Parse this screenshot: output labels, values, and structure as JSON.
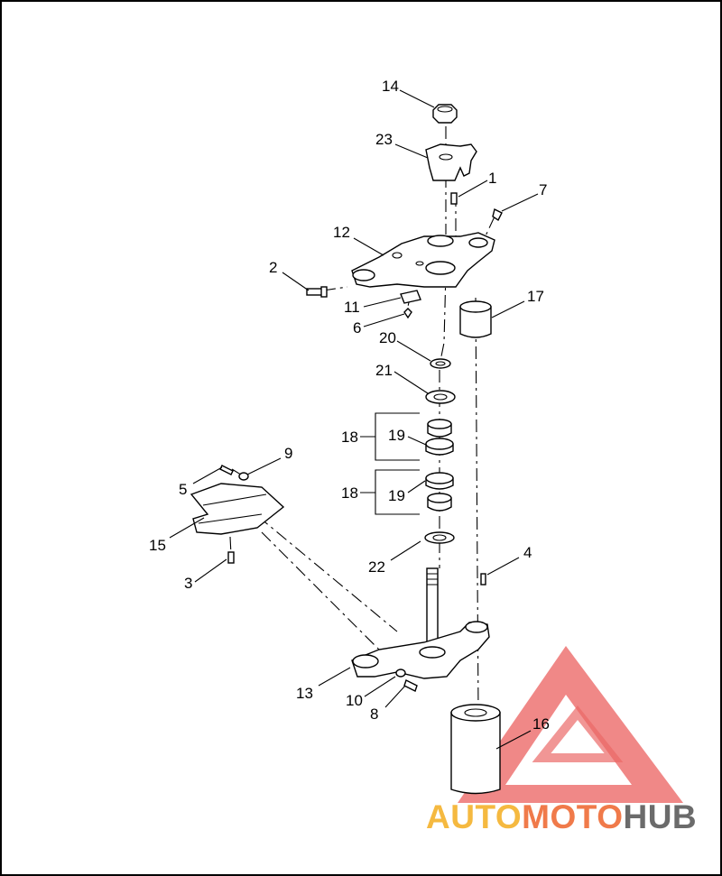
{
  "diagram": {
    "labels": {
      "l1": "1",
      "l2": "2",
      "l3": "3",
      "l4": "4",
      "l5": "5",
      "l6": "6",
      "l7": "7",
      "l8": "8",
      "l9": "9",
      "l10": "10",
      "l11": "11",
      "l12": "12",
      "l13": "13",
      "l14": "14",
      "l15": "15",
      "l16": "16",
      "l17": "17",
      "l18a": "18",
      "l18b": "18",
      "l19a": "19",
      "l19b": "19",
      "l20": "20",
      "l21": "21",
      "l22": "22",
      "l23": "23"
    }
  },
  "watermark": {
    "part1": "AUTO",
    "part2": "MOTO",
    "part3": "HUB",
    "color_triangle": "#e8504f",
    "color_auto": "#f5b940",
    "color_moto": "#f07a4a",
    "color_hub": "#6b6b6b"
  }
}
